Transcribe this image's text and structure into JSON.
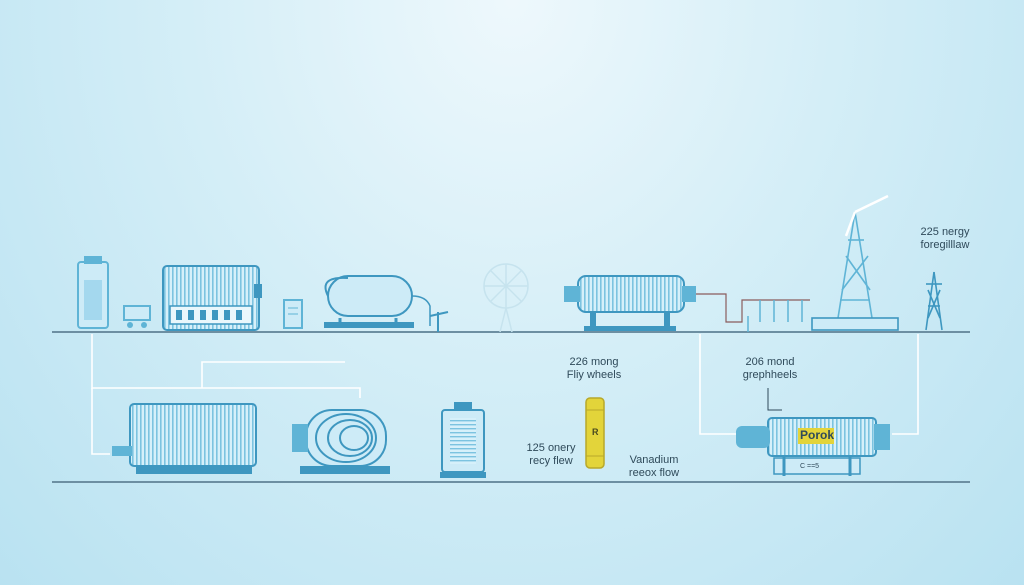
{
  "labels": {
    "top_right": [
      "225 nergy",
      "foregilllaw"
    ],
    "flywheels": [
      "226 mong",
      "Fliy wheels"
    ],
    "grephels": [
      "206 mond",
      "grephheels"
    ],
    "recy_flow": [
      "125 onery",
      "recy flew"
    ],
    "vanadium": [
      "Vanadium",
      "reeox flow"
    ],
    "device_brand": "Porok",
    "device_plate": "C ==5",
    "flywheel_mark": "R"
  },
  "colors": {
    "line": "#6d8fa2",
    "equipment": "#5fb4d6",
    "equipment_fill": "#cdebf7",
    "highlight": "#e3d43a",
    "wire": "#ffffff"
  }
}
